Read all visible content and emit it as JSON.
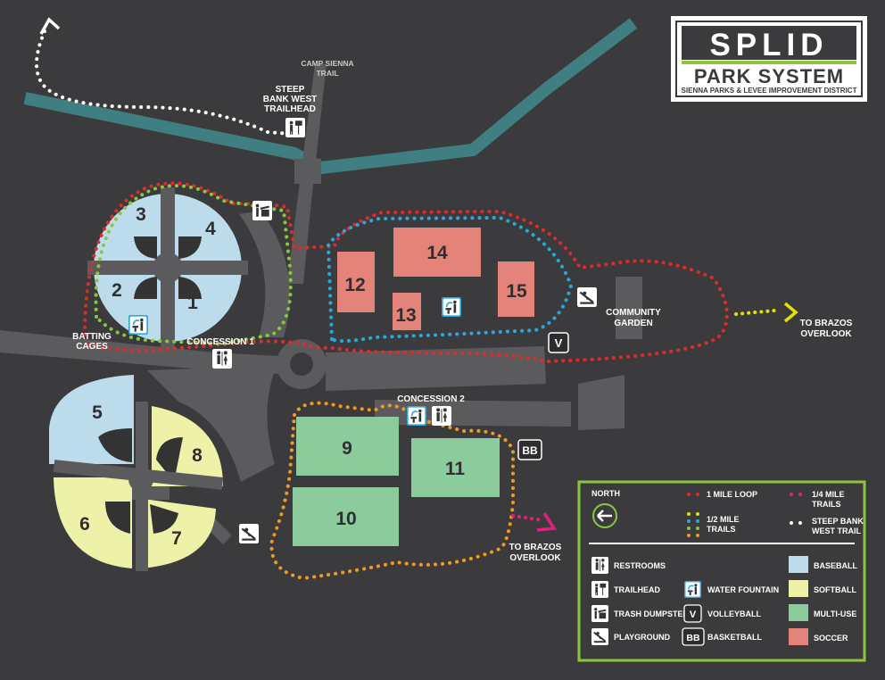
{
  "logo": {
    "title": "SPLID",
    "subtitle": "PARK SYSTEM",
    "tagline": "SIENNA PARKS & LEVEE IMPROVEMENT DISTRICT"
  },
  "colors": {
    "background": "#3b3b3d",
    "paths": "#5b5b5e",
    "river": "#3f7f82",
    "baseball": "#bcdcec",
    "softball": "#eef1a8",
    "multi_use": "#8ccb9b",
    "soccer": "#e3837a",
    "loop_1mile": "#e32a2a",
    "half_mile_blue": "#2aa8de",
    "half_mile_yellow": "#e6e200",
    "half_mile_orange": "#f39a1e",
    "quarter_mile": "#e0207c",
    "steep_bank_trail": "#ffffff",
    "legend_border": "#8cc63f"
  },
  "map_labels": {
    "camp_sienna_1": "CAMP SIENNA",
    "camp_sienna_2": "TRAIL",
    "steep_bank_1": "STEEP",
    "steep_bank_2": "BANK WEST",
    "steep_bank_3": "TRAILHEAD",
    "batting_1": "BATTING",
    "batting_2": "CAGES",
    "concession_1": "CONCESSION 1",
    "concession_2": "CONCESSION 2",
    "community_1": "COMMUNITY",
    "community_2": "GARDEN",
    "brazos_a1": "TO BRAZOS",
    "brazos_a2": "OVERLOOK",
    "brazos_b1": "TO BRAZOS",
    "brazos_b2": "OVERLOOK"
  },
  "fields": {
    "f1": "1",
    "f2": "2",
    "f3": "3",
    "f4": "4",
    "f5": "5",
    "f6": "6",
    "f7": "7",
    "f8": "8",
    "f9": "9",
    "f10": "10",
    "f11": "11",
    "f12": "12",
    "f13": "13",
    "f14": "14",
    "f15": "15"
  },
  "amenity_icons": {
    "volleyball": "V",
    "basketball": "BB",
    "restroom_icon": "restroom-icon",
    "trailhead_icon": "trailhead-icon",
    "trash_icon": "trash-dumpster-icon",
    "playground_icon": "playground-icon",
    "water_icon": "water-fountain-icon"
  },
  "legend": {
    "north": "NORTH",
    "loop_1mile": "1 MILE LOOP",
    "quarter_1": "1/4 MILE",
    "quarter_2": "TRAILS",
    "half_1": "1/2 MILE",
    "half_2": "TRAILS",
    "steep_1": "STEEP BANK",
    "steep_2": "WEST TRAIL",
    "restrooms": "RESTROOMS",
    "trailhead": "TRAILHEAD",
    "trash": "TRASH DUMPSTER",
    "playground": "PLAYGROUND",
    "water": "WATER FOUNTAIN",
    "volleyball": "VOLLEYBALL",
    "basketball": "BASKETBALL",
    "baseball": "BASEBALL",
    "softball": "SOFTBALL",
    "multi_use": "MULTI-USE",
    "soccer": "SOCCER",
    "v_glyph": "V",
    "bb_glyph": "BB"
  }
}
